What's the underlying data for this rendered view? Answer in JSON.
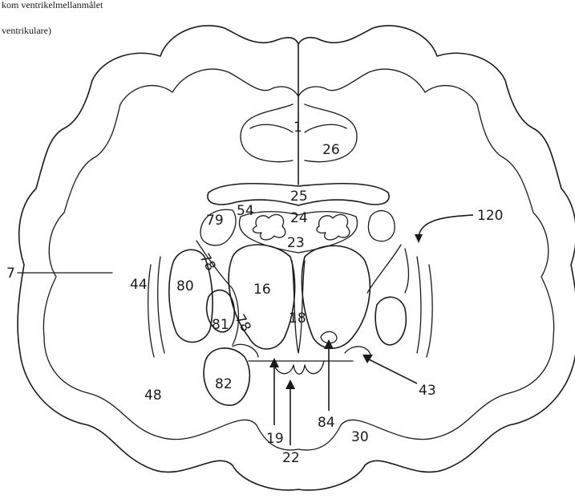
{
  "caption": {
    "line1": "kom ventrikelmellanmålet",
    "line2": "ventrikulare)"
  },
  "labels": {
    "l1": "1",
    "l26": "26",
    "l25": "25",
    "l24": "24",
    "l23": "23",
    "l54": "54",
    "l79": "79",
    "l120": "120",
    "l78a": "78",
    "l7": "7",
    "l44": "44",
    "l80": "80",
    "l16": "16",
    "l18": "18",
    "l81": "81",
    "l78b": "78",
    "l82": "82",
    "l48": "48",
    "l43": "43",
    "l19": "19",
    "l84": "84",
    "l30": "30",
    "l22": "22"
  }
}
